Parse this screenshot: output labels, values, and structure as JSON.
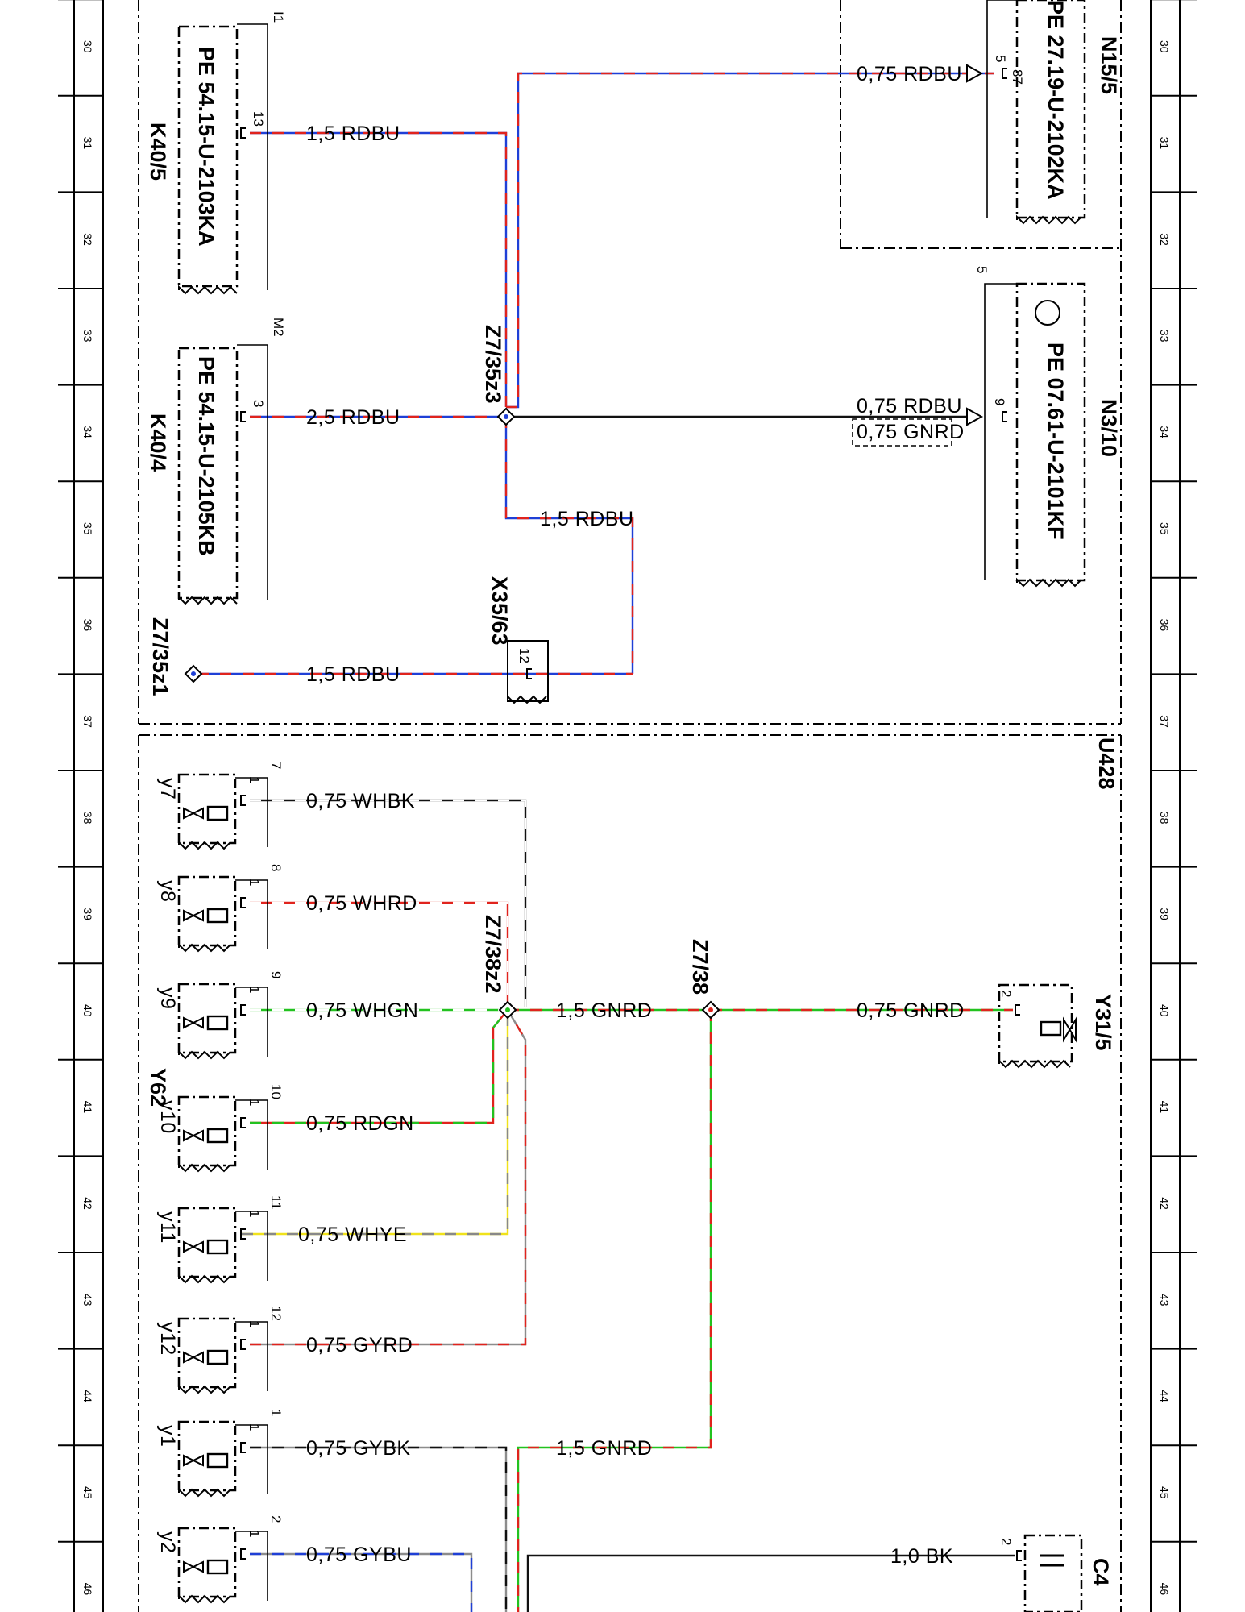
{
  "colors": {
    "RD": "#e0231d",
    "BU": "#1f3fd6",
    "GN": "#22c21f",
    "YE": "#f0e21a",
    "GY": "#8c8c8c",
    "WH": "#ffffff",
    "BK": "#111111",
    "frame": "#000000"
  },
  "rulers": {
    "numbers": [
      "30",
      "31",
      "32",
      "33",
      "34",
      "35",
      "36",
      "37",
      "38",
      "39",
      "40",
      "41",
      "42",
      "43",
      "44",
      "45",
      "46"
    ]
  },
  "frames": {
    "top_frame_label": "",
    "bottom_frame_label": "U428"
  },
  "components": [
    {
      "id": "K40/5",
      "module": "PE 54.15-U-2103KA",
      "pin_top": "I1",
      "pins": [
        "13"
      ]
    },
    {
      "id": "K40/4",
      "module": "PE 54.15-U-2105KB",
      "pin_top": "M2",
      "pins": [
        "3"
      ]
    },
    {
      "id": "N15/5",
      "module": "PE 27.19-U-2102KA",
      "pins": [
        "5",
        "87"
      ]
    },
    {
      "id": "N3/10",
      "module": "PE 07.61-U-2101KF",
      "pin_top": "5",
      "pins": [
        "9"
      ]
    },
    {
      "id": "X35/63",
      "pins": [
        "12"
      ]
    },
    {
      "id": "Z7/35z1"
    },
    {
      "id": "Z7/35z3"
    },
    {
      "id": "Z7/38z2"
    },
    {
      "id": "Z7/38"
    },
    {
      "id": "Y31/5",
      "pins": [
        "2"
      ]
    },
    {
      "id": "C4",
      "pins": [
        "2"
      ]
    },
    {
      "id": "Y62",
      "valves": [
        "y7",
        "y8",
        "y9",
        "y10",
        "y11",
        "y12",
        "y1",
        "y2"
      ],
      "valve_numbers": [
        "7",
        "8",
        "9",
        "10",
        "11",
        "12",
        "1",
        "2"
      ],
      "pin": "1"
    }
  ],
  "wires": [
    {
      "label": "1,5 RDBU",
      "color": "RDBU"
    },
    {
      "label": "2,5 RDBU",
      "color": "RDBU"
    },
    {
      "label": "0,75 RDBU",
      "color": "RDBU"
    },
    {
      "label": "0,75 RDBU",
      "color": "RDBU"
    },
    {
      "label": "0,75 GNRD",
      "color": "GNRD"
    },
    {
      "label": "1,5 RDBU",
      "color": "RDBU"
    },
    {
      "label": "1,5 RDBU",
      "color": "RDBU"
    },
    {
      "label": "0,75 WHBK",
      "color": "WHBK"
    },
    {
      "label": "0,75 WHRD",
      "color": "WHRD"
    },
    {
      "label": "0,75 WHGN",
      "color": "WHGN"
    },
    {
      "label": "1,5 GNRD",
      "color": "GNRD"
    },
    {
      "label": "0,75 GNRD",
      "color": "GNRD"
    },
    {
      "label": "0,75 RDGN",
      "color": "RDGN"
    },
    {
      "label": "0,75 WHYE",
      "color": "WHYE"
    },
    {
      "label": "0,75 GYRD",
      "color": "GYRD"
    },
    {
      "label": "0,75 GYBK",
      "color": "GYBK"
    },
    {
      "label": "1,5 GNRD",
      "color": "GNRD"
    },
    {
      "label": "0,75 GYBU",
      "color": "GYBU"
    },
    {
      "label": "1,0 BK",
      "color": "BK"
    }
  ]
}
